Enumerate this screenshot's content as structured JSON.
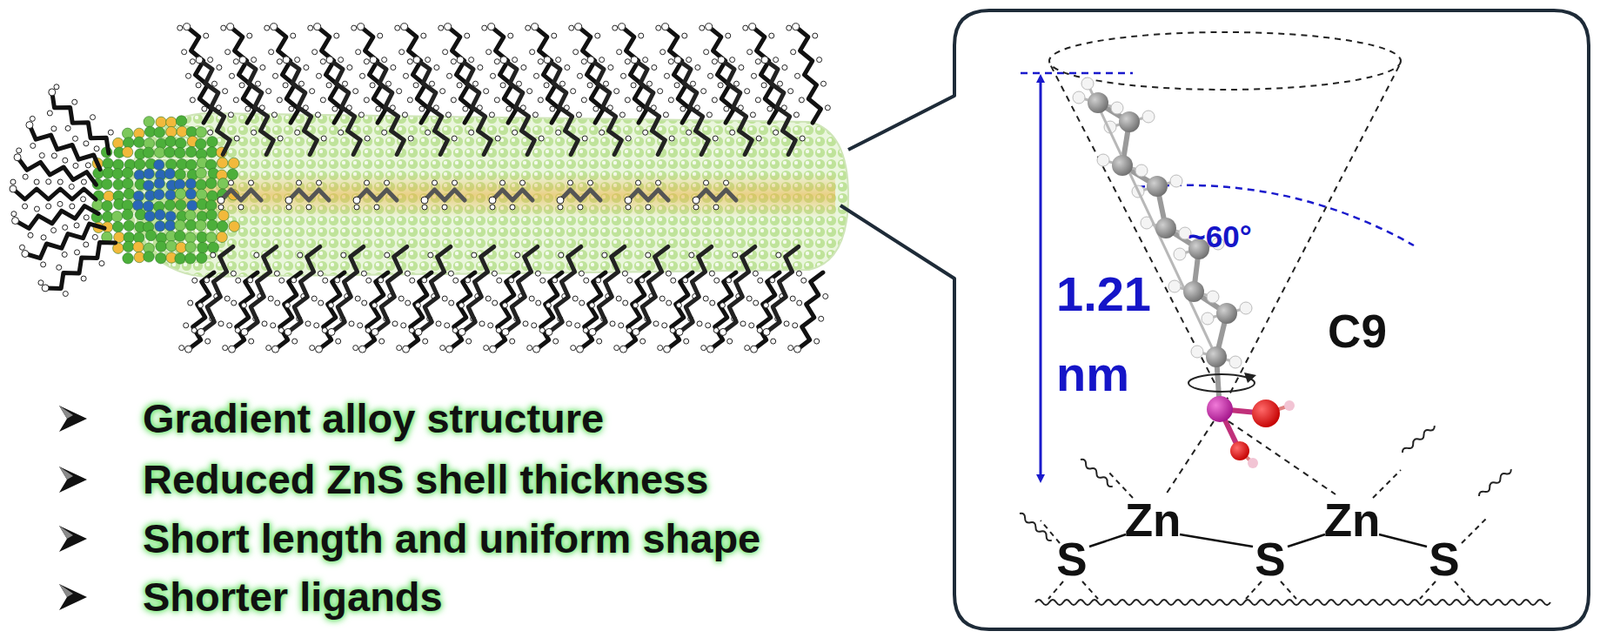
{
  "diagram": {
    "nodes": [
      {
        "text": [
          "~60°",
          "1.21 nm",
          "C9",
          "Zn",
          "Zn",
          "S",
          "S",
          "S"
        ]
      }
    ],
    "labels": [
      "Gradient alloy structure",
      "Reduced ZnS shell thickness",
      "Short length and uniform shape",
      "Shorter ligands"
    ]
  }
}
